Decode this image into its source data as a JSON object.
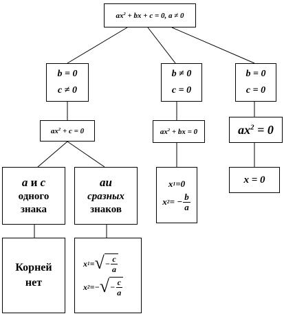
{
  "root": {
    "lhs": "ax",
    "exp": "2",
    "rest": " + bx + c = 0, a ≠ 0"
  },
  "case_c_only": {
    "line1": "b = 0",
    "line2": "c ≠ 0"
  },
  "case_b_only": {
    "line1": "b ≠ 0",
    "line2": "c = 0"
  },
  "case_both_zero": {
    "line1": "b = 0",
    "line2": "c = 0"
  },
  "eq_c_only": {
    "lhs": "ax",
    "exp": "2",
    "rest": " + c = 0"
  },
  "eq_b_only": {
    "lhs": "ax",
    "exp": "2",
    "rest": " + bx = 0"
  },
  "eq_both_zero": {
    "lhs": "ax",
    "exp": "2",
    "rest": " = 0"
  },
  "same_sign": {
    "a": "a",
    "and": " и ",
    "c": "c",
    "line2": "одного",
    "line3": "знака"
  },
  "diff_sign": {
    "line1": "аи",
    "line2": "сразных",
    "line3": "знаков"
  },
  "no_roots": {
    "line1": "Корней",
    "line2": "нет"
  },
  "roots_diff_sign": {
    "x1_var": "x",
    "x1_sub": "1",
    "x1_eq": " = ",
    "x1_sign": "",
    "x2_var": "x",
    "x2_sub": "2",
    "x2_eq": " = ",
    "x2_sign": "−",
    "num": "c",
    "den": "a",
    "inner_sign": "−"
  },
  "roots_b_only": {
    "x1_var": "x",
    "x1_sub": "1",
    "x1_val": "=0",
    "x2_var": "x",
    "x2_sub": "2",
    "x2_eq": "= −",
    "num": "b",
    "den": "a"
  },
  "root_both_zero": {
    "text": "x = 0"
  }
}
